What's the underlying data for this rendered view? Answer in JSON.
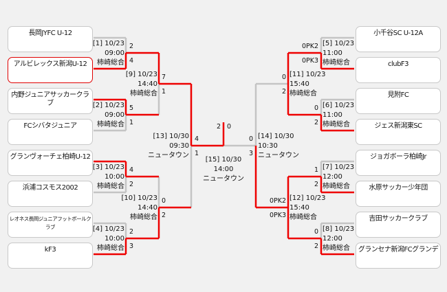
{
  "colors": {
    "win": "#ee0000",
    "line": "#c4c4c4",
    "highlight": "#e00000"
  },
  "teams_left": [
    "長岡JYFC U-12",
    "アルビレックス新潟U-12",
    "内野ジュニアサッカークラブ",
    "FCシバタジュニア",
    "グランヴォーチェ柏崎U-12",
    "浜浦コスモス2002",
    "レオネス長岡ジュニアフットボールクラブ",
    "kF3"
  ],
  "teams_right": [
    "小千谷SC U-12A",
    "clubF3",
    "見附FC",
    "ジェス新潟東SC",
    "ジョガボーラ柏崎Jr",
    "水原サッカー少年団",
    "吉田サッカークラブ",
    "グランセナ新潟FCグランデ"
  ],
  "highlighted_team": "アルビレックス新潟U-12",
  "matches": [
    {
      "id": "[1] 10/23",
      "time": "09:00",
      "venue": "柿崎総合",
      "scores": [
        "2",
        "4"
      ]
    },
    {
      "id": "[2] 10/23",
      "time": "09:00",
      "venue": "柿崎総合",
      "scores": [
        "5",
        "1"
      ]
    },
    {
      "id": "[3] 10/23",
      "time": "10:00",
      "venue": "柿崎総合",
      "scores": [
        "4",
        "2"
      ]
    },
    {
      "id": "[4] 10/23",
      "time": "10:00",
      "venue": "柿崎総合",
      "scores": [
        "2",
        "3"
      ]
    },
    {
      "id": "[5] 10/23",
      "time": "11:00",
      "venue": "柿崎総合",
      "scores": [
        "0PK2",
        "0PK3"
      ]
    },
    {
      "id": "[6] 10/23",
      "time": "11:00",
      "venue": "柿崎総合",
      "scores": [
        "0",
        "2"
      ]
    },
    {
      "id": "[7] 10/23",
      "time": "12:00",
      "venue": "柿崎総合",
      "scores": [
        "1",
        "2"
      ]
    },
    {
      "id": "[8] 10/23",
      "time": "12:00",
      "venue": "柿崎総合",
      "scores": [
        "0",
        "2"
      ]
    },
    {
      "id": "[9] 10/23",
      "time": "14:40",
      "venue": "柿崎総合",
      "scores": [
        "7",
        "1"
      ]
    },
    {
      "id": "[10] 10/23",
      "time": "14:40",
      "venue": "柿崎総合",
      "scores": [
        "0",
        "2"
      ]
    },
    {
      "id": "[11] 10/23",
      "time": "15:40",
      "venue": "柿崎総合",
      "scores": [
        "0",
        "2"
      ]
    },
    {
      "id": "[12] 10/23",
      "time": "15:40",
      "venue": "柿崎総合",
      "scores": [
        "0PK2",
        "0PK3"
      ]
    },
    {
      "id": "[13] 10/30",
      "time": "09:30",
      "venue": "ニュータウン",
      "scores": [
        "4",
        "1"
      ]
    },
    {
      "id": "[14] 10/30",
      "time": "10:30",
      "venue": "ニュータウン",
      "scores": [
        "0",
        "3"
      ]
    },
    {
      "id": "[15] 10/30",
      "time": "14:00",
      "venue": "ニュータウン",
      "scores": [
        "2",
        "0"
      ]
    }
  ]
}
